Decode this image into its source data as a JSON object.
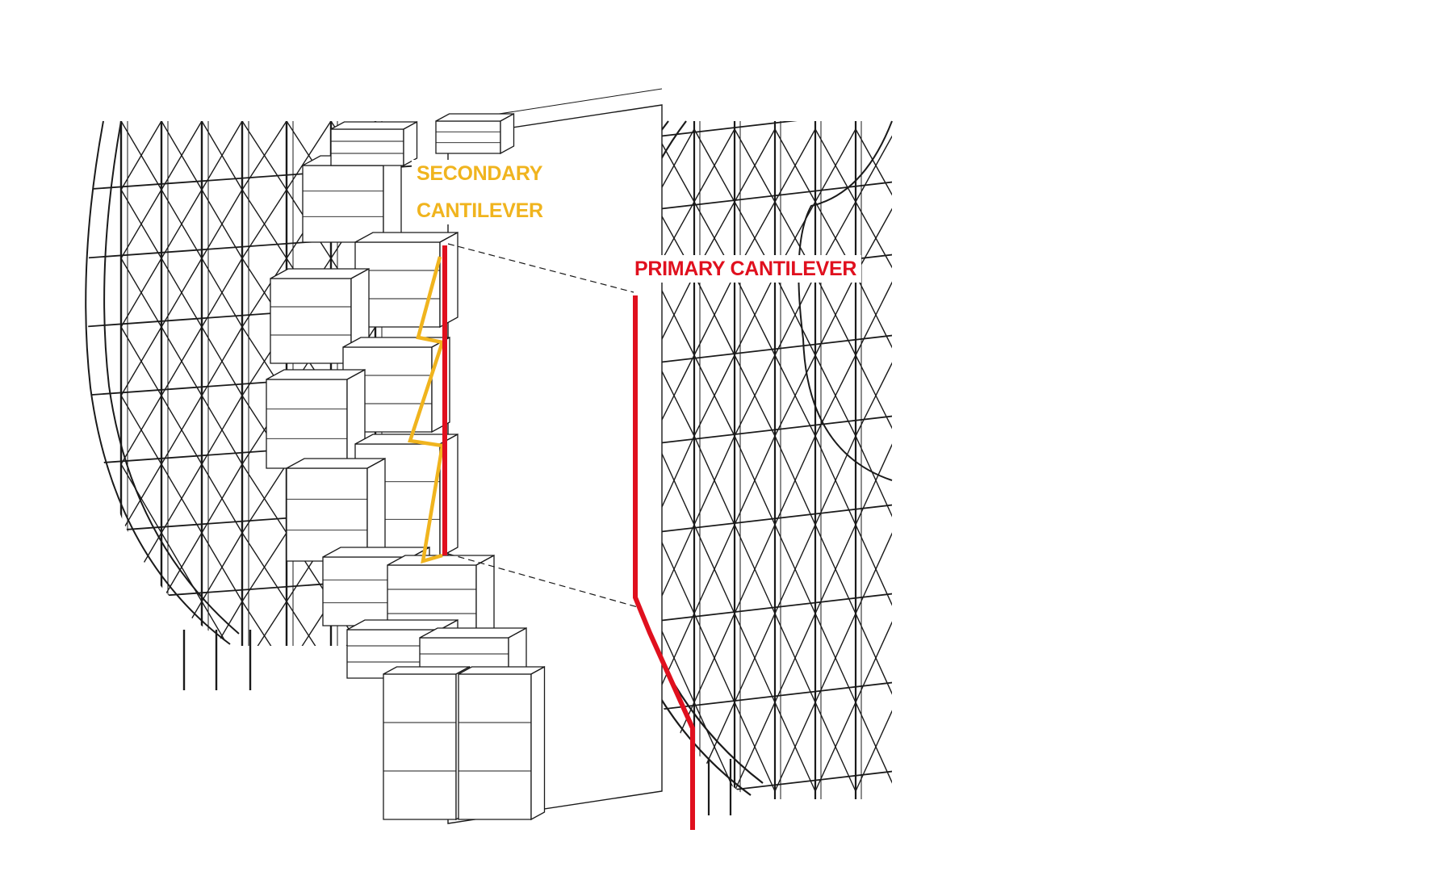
{
  "annotations": {
    "secondary": {
      "line1": "SECONDARY",
      "line2": "CANTILEVER",
      "color": "#F0B41E"
    },
    "primary": {
      "text": "PRIMARY CANTILEVER",
      "color": "#E0101E"
    }
  },
  "palette": {
    "linework": "#1a1a1a",
    "fill": "#ffffff"
  }
}
